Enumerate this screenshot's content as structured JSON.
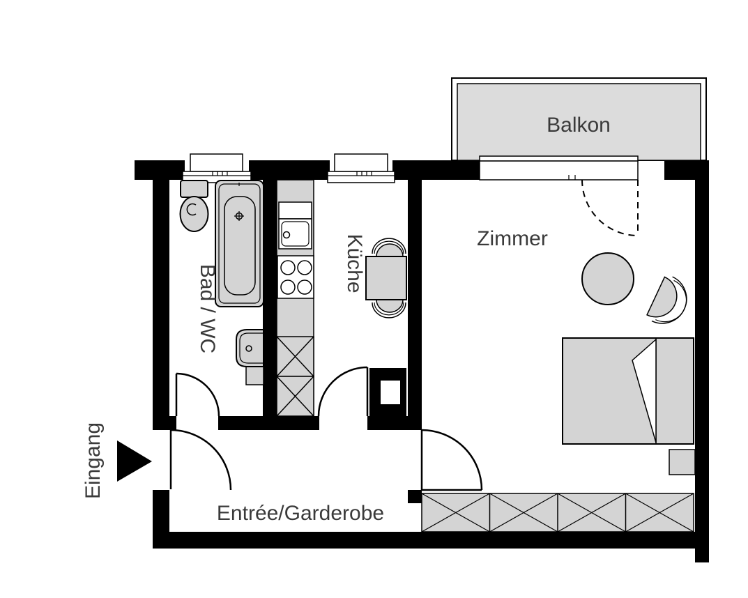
{
  "floorplan": {
    "rooms": {
      "balcony": "Balkon",
      "living_room": "Zimmer",
      "kitchen": "Küche",
      "bathroom": "Bad / WC",
      "entree": "Entrée/Garderobe"
    },
    "entrance": {
      "label": "Eingang",
      "arrow_icon": "triangle-right"
    },
    "colors": {
      "wall": "#000000",
      "furniture": "#d4d4d4",
      "balcony": "#dcdcdc",
      "label": "#3a3a3a",
      "background": "#ffffff"
    }
  }
}
